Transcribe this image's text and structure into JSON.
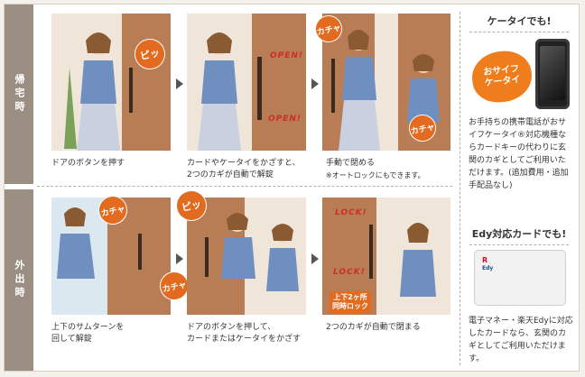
{
  "sections": {
    "top_tab": "帰宅時",
    "bottom_tab": "外出時"
  },
  "return_steps": [
    {
      "caption": "ドアのボタンを押す",
      "sound": "ピッ"
    },
    {
      "caption_line1": "カードやケータイをかざすと、",
      "caption_line2": "2つのカギが自動で解錠",
      "stamp1": "OPEN!",
      "stamp2": "OPEN!"
    },
    {
      "caption": "手動で閉める",
      "note": "※オートロックにもできます。",
      "sound1": "カチャ",
      "sound2": "カチャ"
    }
  ],
  "exit_steps": [
    {
      "caption_line1": "上下のサムターンを",
      "caption_line2": "回して解錠",
      "sound1": "カチャ",
      "sound2": "カチャ"
    },
    {
      "caption_line1": "ドアのボタンを押して、",
      "caption_line2": "カードまたはケータイをかざす",
      "sound": "ピッ"
    },
    {
      "caption": "2つのカギが自動で閉まる",
      "stamp1": "LOCK!",
      "stamp2": "LOCK!",
      "badge_line1": "上下2ヶ所",
      "badge_line2": "同時ロック"
    }
  ],
  "right_panel": {
    "phone_title": "ケータイでも!",
    "osaifu_line1": "おサイフ",
    "osaifu_line2": "ケータイ",
    "phone_body": "お手持ちの携帯電話がおサイフケータイ®対応機種ならカードキーの代わりに玄関のカギとしてご利用いただけます。(追加費用・追加手配品なし)",
    "edy_title": "Edy対応カードでも!",
    "edy_logo": "R",
    "edy_logo_sub": "Edy",
    "edy_body": "電子マネー・楽天Edyに対応したカードなら、玄関のカギとしてご利用いただけます。"
  },
  "colors": {
    "accent": "#e26b1f",
    "tab": "#9b8f83",
    "door": "#b87d55",
    "stamp": "#d12b2b"
  }
}
